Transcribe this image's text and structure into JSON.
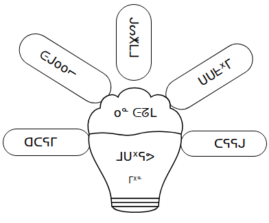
{
  "diagram": {
    "nodes": [
      {
        "text": [
          "oᓐ ᕮᘔᒪ",
          "ᒧᑌᕁᕋᕗ",
          "ᒥᕁᓐ"
        ]
      },
      {
        "text": [
          "ᕮᒍoo⌐"
        ]
      },
      {
        "text": [
          "ᒍᔕⵅᒪᒧ"
        ]
      },
      {
        "text": [
          "ᑌᑌᖶᕁᒥ"
        ]
      },
      {
        "text": [
          "ᗡᑕᕋᒥ"
        ]
      },
      {
        "text": [
          "ᑕᕋᕋᒍ"
        ]
      }
    ]
  }
}
